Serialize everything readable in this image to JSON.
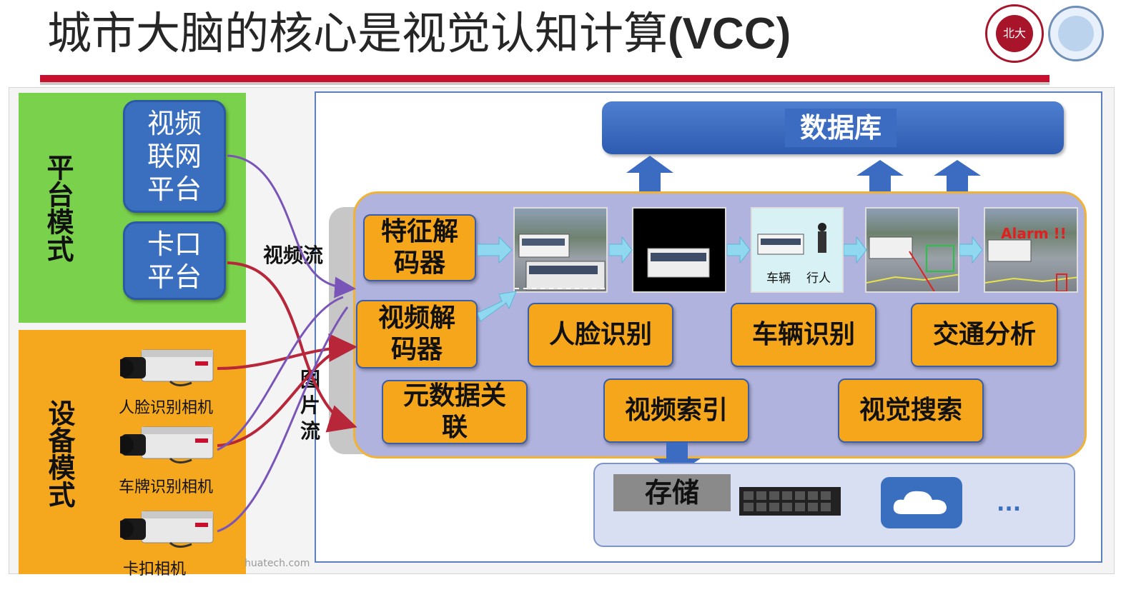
{
  "slide": {
    "title": "城市大脑的核心是视觉认知计算",
    "title_suffix": "(VCC)",
    "logo_pku_char": "北大"
  },
  "left": {
    "platform_mode": "平台模式",
    "device_mode": "设备模式",
    "video_platform": "视频联网平台",
    "checkpoint_platform": "卡口平台",
    "cameras": [
      {
        "label": "人脸识别相机"
      },
      {
        "label": "车牌识别相机"
      },
      {
        "label": "卡扣相机"
      }
    ],
    "watermark": "huatech.com"
  },
  "streams": {
    "video_stream": "视频流",
    "image_stream": "图片流"
  },
  "main": {
    "database": "数据库",
    "feature_decoder": "特征解码器",
    "video_decoder": "视频解码器",
    "face_recognition": "人脸识别",
    "vehicle_recognition": "车辆识别",
    "traffic_analysis": "交通分析",
    "metadata_link": "元数据关联",
    "video_index": "视频索引",
    "visual_search": "视觉搜索",
    "thumb_vehicle": "车辆",
    "thumb_pedestrian": "行人",
    "alarm": "Alarm !!",
    "storage": "存储",
    "ellipsis": "...",
    "colors": {
      "blue": "#3a6fc0",
      "orange": "#f6a61b",
      "green": "#7ad14b",
      "purple": "#7a55b8",
      "red": "#b8263a"
    }
  }
}
